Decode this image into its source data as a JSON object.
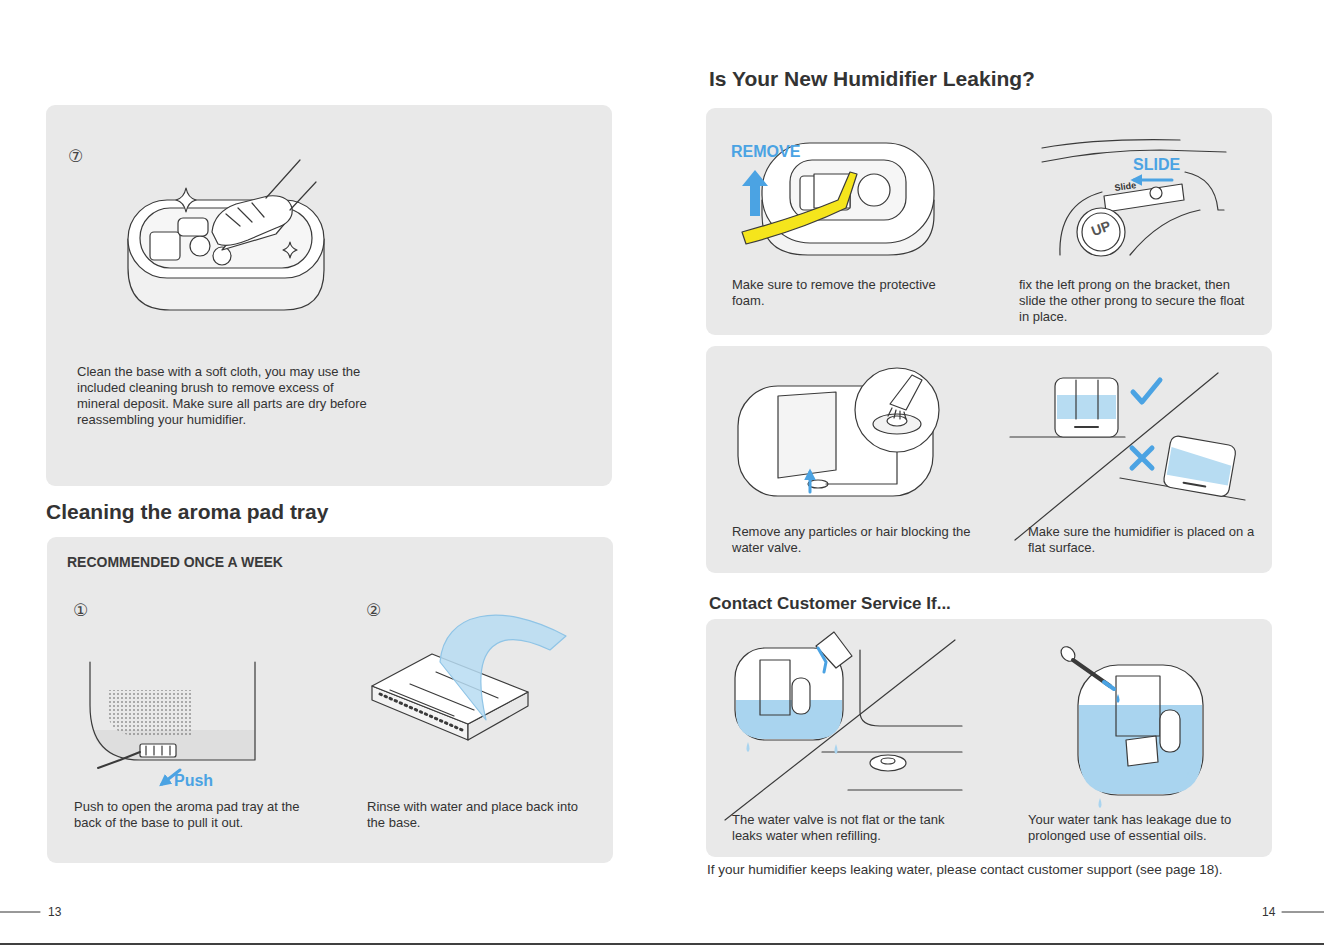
{
  "diagram": {
    "nodes": [
      {
        "text": [
          "⑦",
          "Clean the base with a soft cloth, you may use the included cleaning brush to remove excess of mineral deposit. Make sure all parts are dry before reassembling your humidifier."
        ]
      },
      {
        "text": [
          "Cleaning the aroma pad tray",
          "RECOMMENDED ONCE A WEEK",
          "①",
          "Push to open the aroma pad tray at the back of the base to pull it out.",
          "②",
          "Rinse with water and place back into the base."
        ]
      },
      {
        "text": [
          "Is Your New Humidifier Leaking?",
          "Make sure to remove the protective foam.",
          "fix the left prong on the bracket, then slide the other prong to secure the float in place."
        ]
      },
      {
        "text": [
          "Remove any particles or hair blocking the water valve.",
          "Make sure the humidifier is placed on a flat surface."
        ]
      },
      {
        "text": [
          "Contact Customer Service If...",
          "The water valve is not flat or the tank leaks water when refilling.",
          "Your water tank has leakage due to prolonged use of essential oils."
        ]
      }
    ],
    "labels": [
      "Push",
      "REMOVE",
      "SLIDE",
      "Slide",
      "UP",
      "If your humidifier keeps leaking water, please contact customer support (see page 18).",
      "13",
      "14"
    ]
  }
}
